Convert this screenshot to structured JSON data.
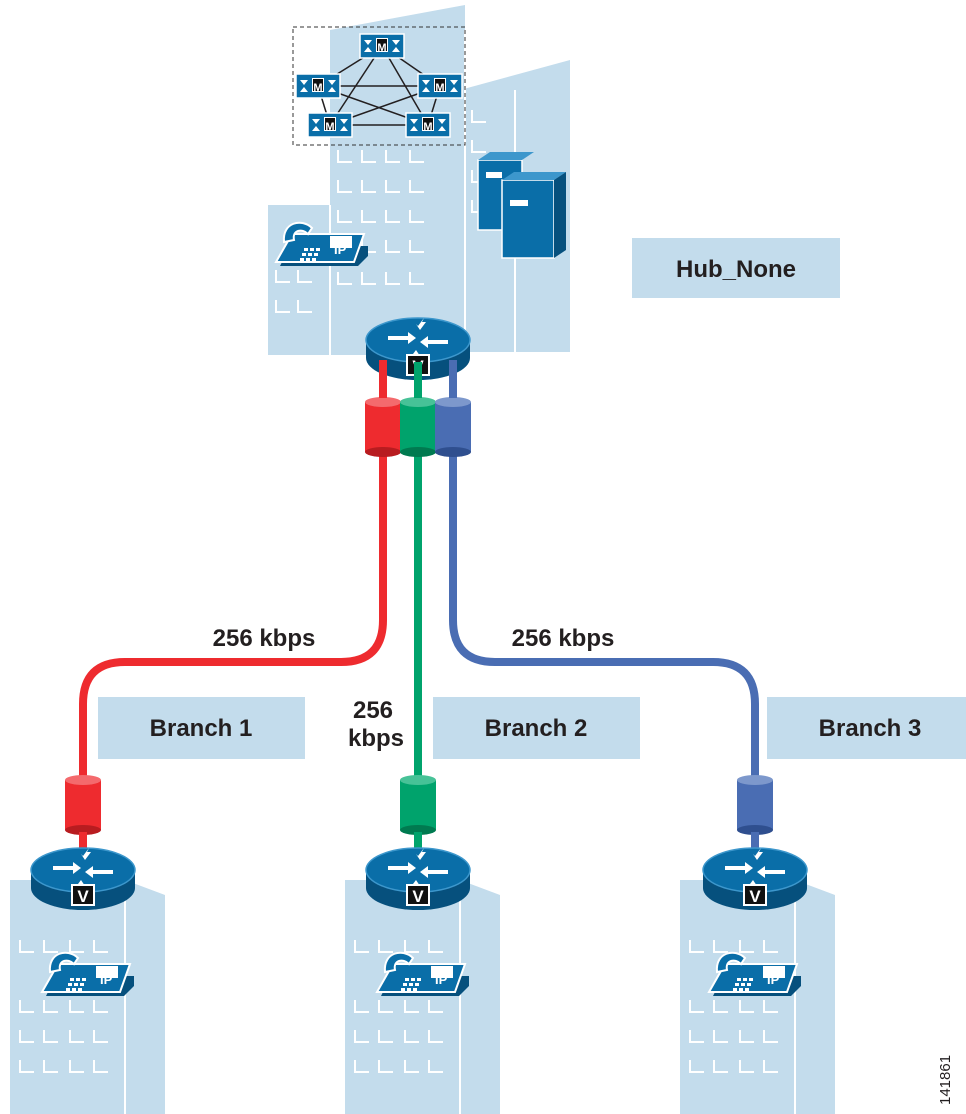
{
  "hub": {
    "label": "Hub_None"
  },
  "branches": [
    {
      "label": "Branch 1",
      "link_speed": "256 kbps",
      "color": "#ee2b2f"
    },
    {
      "label": "Branch 2",
      "link_speed_line1": "256",
      "link_speed_line2": "kbps",
      "color": "#00a36c"
    },
    {
      "label": "Branch 3",
      "link_speed": "256 kbps",
      "color": "#4a6db3"
    }
  ],
  "icons": {
    "router_badge": "V",
    "phone_badge": "IP",
    "call_manager_badge": "M"
  },
  "figure_id": "141861",
  "colors": {
    "building": "#c3dcec",
    "building_line": "#ffffff",
    "label_box": "#c3dcec",
    "device": "#0a6ea8",
    "device_dark": "#06507d"
  }
}
